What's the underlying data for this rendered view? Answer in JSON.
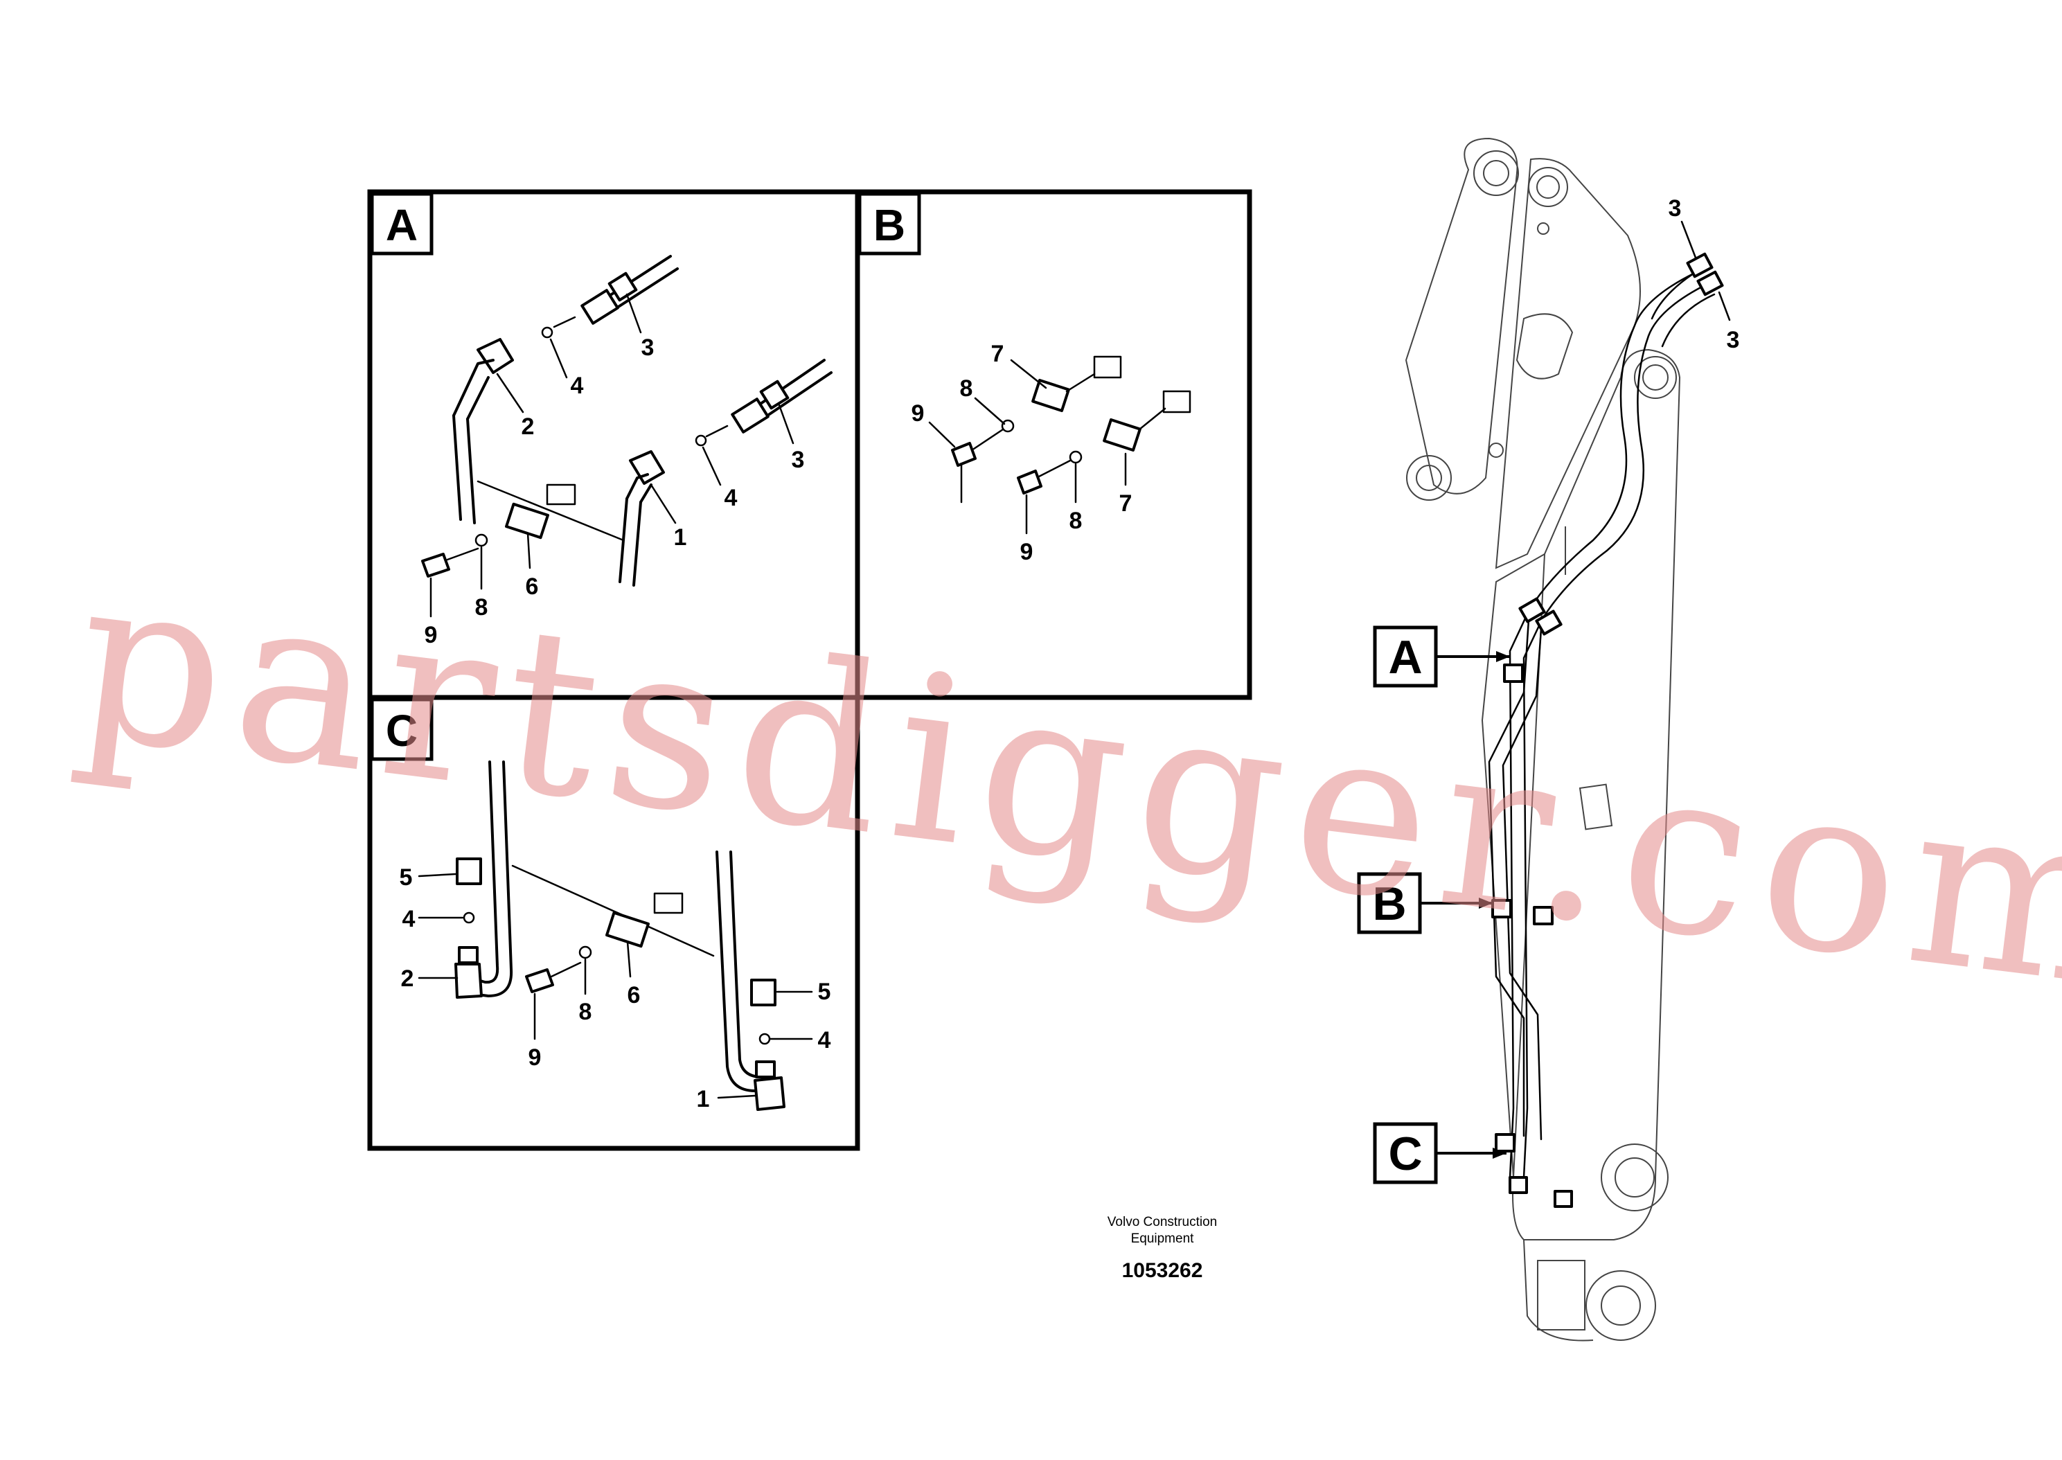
{
  "detail_frames": [
    {
      "letter": "A"
    },
    {
      "letter": "B"
    },
    {
      "letter": "C"
    }
  ],
  "callouts": {
    "A": {
      "letter": "A"
    },
    "B": {
      "letter": "B"
    },
    "C": {
      "letter": "C"
    }
  },
  "detail_a_labels": [
    "3",
    "4",
    "2",
    "3",
    "4",
    "1",
    "9",
    "8",
    "6"
  ],
  "detail_b_labels": [
    "7",
    "8",
    "9",
    "7",
    "8",
    "9"
  ],
  "detail_c_labels": [
    "5",
    "4",
    "2",
    "8",
    "6",
    "9",
    "5",
    "4",
    "1"
  ],
  "boom_labels": [
    "3",
    "3"
  ],
  "footer": {
    "company_line1": "Volvo Construction",
    "company_line2": "Equipment",
    "part_number": "1053262"
  },
  "watermark": "partsdigger.com"
}
